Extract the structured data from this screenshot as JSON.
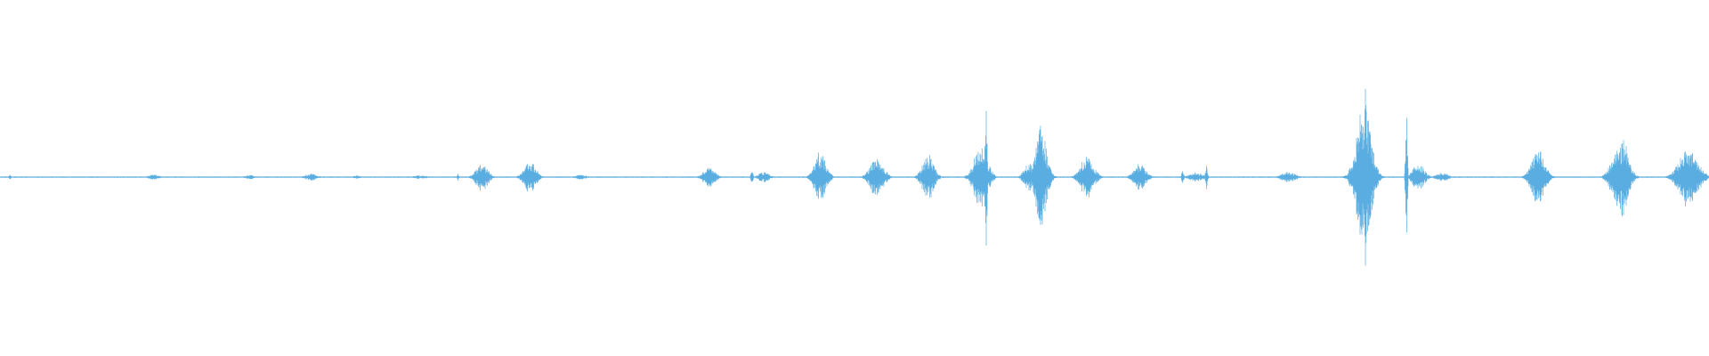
{
  "waveform": {
    "color": "#5aade0",
    "background": "#ffffff",
    "events": [
      {
        "t": 0.0057,
        "amp": 0.03,
        "dur": 0.0015,
        "kind": "tick"
      },
      {
        "t": 0.09,
        "amp": 0.03,
        "dur": 0.006,
        "kind": "burst"
      },
      {
        "t": 0.146,
        "amp": 0.025,
        "dur": 0.005,
        "kind": "burst"
      },
      {
        "t": 0.182,
        "amp": 0.04,
        "dur": 0.007,
        "kind": "burst"
      },
      {
        "t": 0.209,
        "amp": 0.02,
        "dur": 0.004,
        "kind": "burst"
      },
      {
        "t": 0.246,
        "amp": 0.02,
        "dur": 0.008,
        "kind": "burst"
      },
      {
        "t": 0.268,
        "amp": 0.045,
        "dur": 0.001,
        "kind": "tick"
      },
      {
        "t": 0.282,
        "amp": 0.15,
        "dur": 0.007,
        "kind": "burst"
      },
      {
        "t": 0.31,
        "amp": 0.18,
        "dur": 0.007,
        "kind": "burst"
      },
      {
        "t": 0.34,
        "amp": 0.03,
        "dur": 0.006,
        "kind": "burst"
      },
      {
        "t": 0.415,
        "amp": 0.11,
        "dur": 0.007,
        "kind": "burst"
      },
      {
        "t": 0.44,
        "amp": 0.09,
        "dur": 0.0012,
        "kind": "tick"
      },
      {
        "t": 0.447,
        "amp": 0.06,
        "dur": 0.006,
        "kind": "burst"
      },
      {
        "t": 0.48,
        "amp": 0.28,
        "dur": 0.007,
        "kind": "burst"
      },
      {
        "t": 0.513,
        "amp": 0.21,
        "dur": 0.008,
        "kind": "burst"
      },
      {
        "t": 0.543,
        "amp": 0.25,
        "dur": 0.007,
        "kind": "burst"
      },
      {
        "t": 0.574,
        "amp": 0.35,
        "dur": 0.008,
        "kind": "burst"
      },
      {
        "t": 0.577,
        "amp": 0.99,
        "dur": 0.0012,
        "kind": "tick"
      },
      {
        "t": 0.602,
        "amp": 0.16,
        "dur": 0.006,
        "kind": "burst"
      },
      {
        "t": 0.609,
        "amp": 0.55,
        "dur": 0.007,
        "kind": "burst"
      },
      {
        "t": 0.636,
        "amp": 0.23,
        "dur": 0.008,
        "kind": "burst"
      },
      {
        "t": 0.667,
        "amp": 0.15,
        "dur": 0.007,
        "kind": "burst"
      },
      {
        "t": 0.692,
        "amp": 0.08,
        "dur": 0.0012,
        "kind": "tick"
      },
      {
        "t": 0.7,
        "amp": 0.05,
        "dur": 0.008,
        "kind": "burst"
      },
      {
        "t": 0.706,
        "amp": 0.13,
        "dur": 0.0012,
        "kind": "tick"
      },
      {
        "t": 0.754,
        "amp": 0.06,
        "dur": 0.008,
        "kind": "burst"
      },
      {
        "t": 0.798,
        "amp": 0.75,
        "dur": 0.009,
        "kind": "burst"
      },
      {
        "t": 0.799,
        "amp": 1.0,
        "dur": 0.002,
        "kind": "tick"
      },
      {
        "t": 0.823,
        "amp": 0.72,
        "dur": 0.0012,
        "kind": "tick"
      },
      {
        "t": 0.83,
        "amp": 0.15,
        "dur": 0.007,
        "kind": "burst"
      },
      {
        "t": 0.844,
        "amp": 0.05,
        "dur": 0.007,
        "kind": "burst"
      },
      {
        "t": 0.9,
        "amp": 0.3,
        "dur": 0.008,
        "kind": "burst"
      },
      {
        "t": 0.945,
        "amp": 0.23,
        "dur": 0.007,
        "kind": "burst"
      },
      {
        "t": 0.949,
        "amp": 0.42,
        "dur": 0.008,
        "kind": "burst"
      },
      {
        "t": 0.988,
        "amp": 0.33,
        "dur": 0.011,
        "kind": "burst"
      }
    ]
  }
}
